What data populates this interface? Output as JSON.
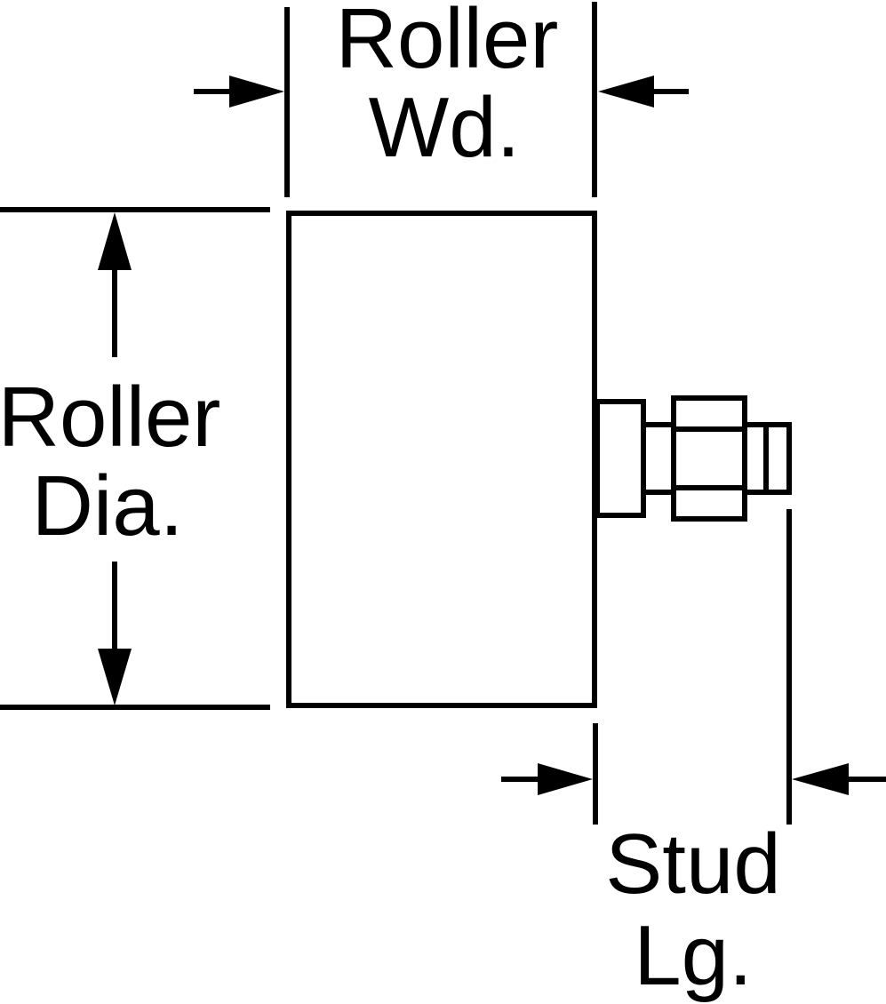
{
  "diagram": {
    "labels": {
      "roller_width_line1": "Roller",
      "roller_width_line2": "Wd.",
      "roller_diameter_line1": "Roller",
      "roller_diameter_line2": "Dia.",
      "stud_length_line1": "Stud",
      "stud_length_line2": "Lg."
    },
    "colors": {
      "stroke": "#000000",
      "background": "#ffffff"
    }
  }
}
